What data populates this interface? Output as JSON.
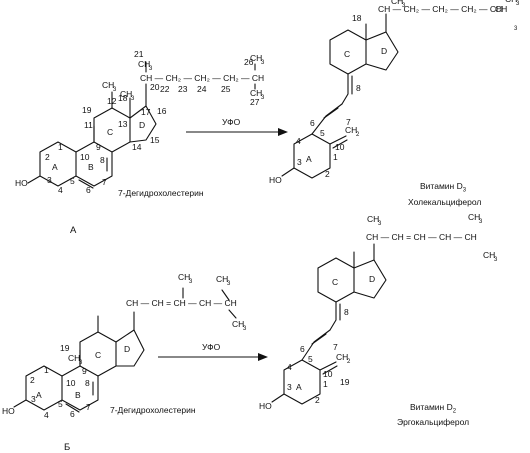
{
  "colors": {
    "ink": "#111111",
    "background": "#ffffff"
  },
  "sections": [
    "А",
    "Б"
  ],
  "arrows": [
    "УФО",
    "УФО"
  ],
  "common": {
    "oh": "HO",
    "methyl": "CH",
    "methyl_sub": "3",
    "ch": "CH",
    "ch2_label": "CH",
    "ch2_sub": "2",
    "chain_a": "CH — CH₂ — CH₂ — CH₂ — CH",
    "chain_b": "CH — CH = CH — CH — CH",
    "chain_d3": "CH — CH₂ — CH₂ — CH₂ — CH",
    "chain_d2": "CH — CH = CH — CH — CH",
    "tail3": "3",
    "terminal_ch": "CH"
  },
  "captions": {
    "dhc": "7-Дегидрохолестерин",
    "d3_name": "Витамин D",
    "d3_sub": "3",
    "d3_trivial": "Холекальциферол",
    "d2_name": "Витамин D",
    "d2_sub": "2",
    "d2_trivial": "Эргокальциферол"
  },
  "rings": [
    "A",
    "B",
    "C",
    "D",
    "C",
    "D",
    "A",
    "A",
    "B",
    "C",
    "D",
    "C",
    "D",
    "A"
  ],
  "atom_numbers": {
    "dhc_top": [
      "1",
      "2",
      "3",
      "4",
      "5",
      "6",
      "7",
      "8",
      "9",
      "10",
      "11",
      "12",
      "13",
      "14",
      "15",
      "16",
      "17",
      "18",
      "19",
      "20",
      "21",
      "22",
      "23",
      "24",
      "25",
      "26",
      "27"
    ],
    "d3": [
      "1",
      "2",
      "3",
      "4",
      "5",
      "6",
      "7",
      "8",
      "10",
      "18"
    ],
    "dhc_bottom": [
      "1",
      "2",
      "3",
      "4",
      "5",
      "6",
      "7",
      "8",
      "9",
      "10",
      "19"
    ],
    "d2": [
      "1",
      "2",
      "3",
      "4",
      "5",
      "6",
      "7",
      "8",
      "10",
      "19"
    ]
  }
}
